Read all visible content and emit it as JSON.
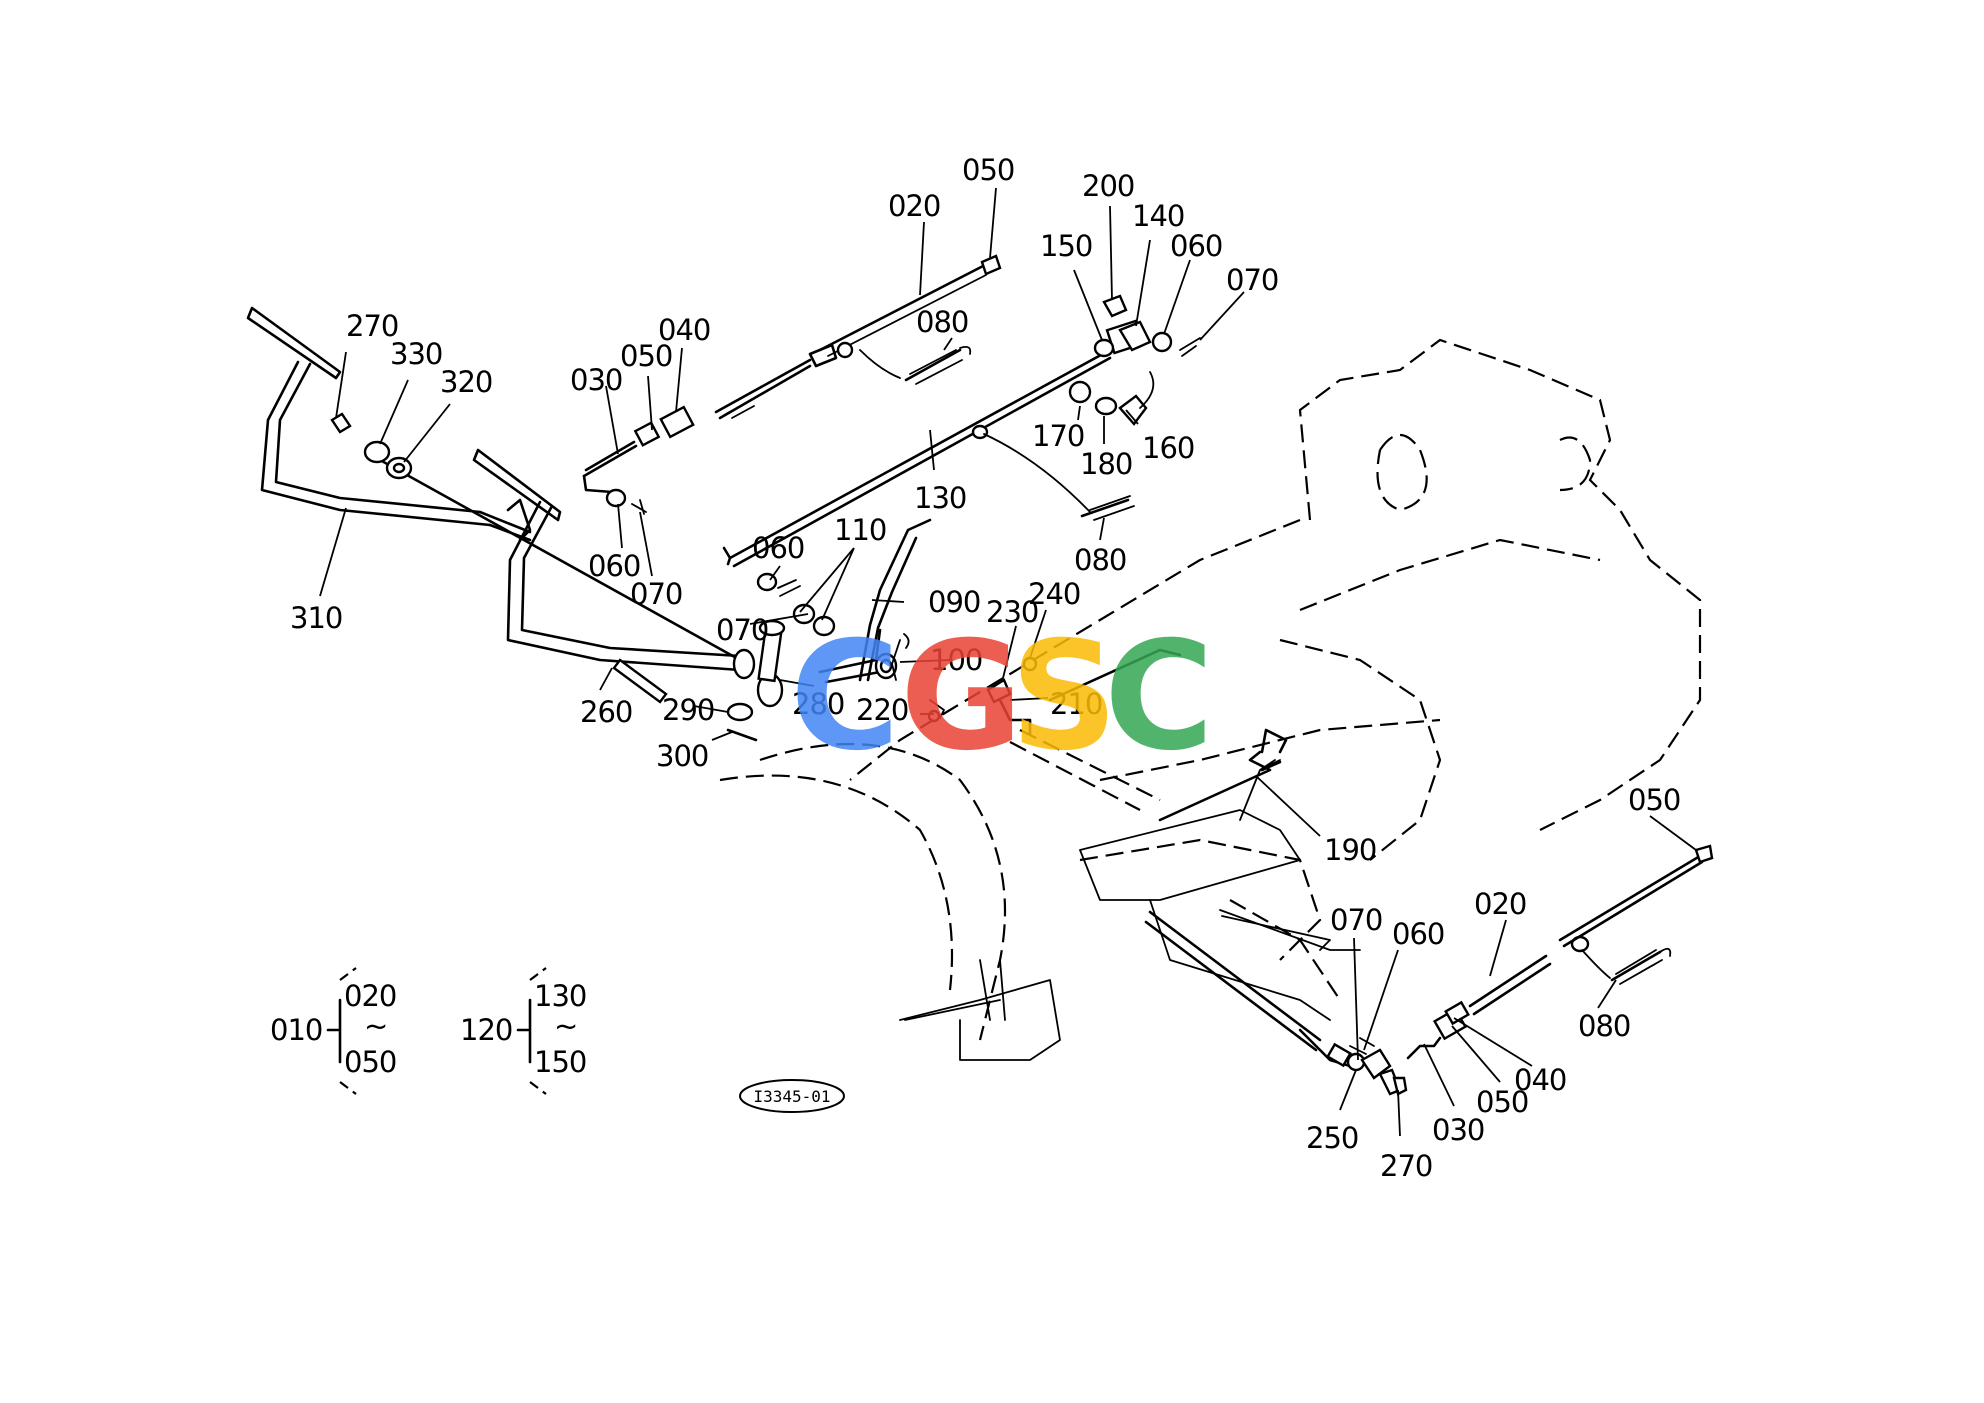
{
  "watermark": {
    "letters": [
      {
        "char": "C",
        "color": "#4285F4"
      },
      {
        "char": "G",
        "color": "#EA4335"
      },
      {
        "char": "S",
        "color": "#FBBC05"
      },
      {
        "char": "C",
        "color": "#34A853"
      }
    ]
  },
  "labels": {
    "top_020": "020",
    "top_050": "050",
    "top_040": "040",
    "top_050b": "050",
    "top_030": "030",
    "top_080": "080",
    "top_200": "200",
    "top_140": "140",
    "top_150": "150",
    "top_060": "060",
    "top_070": "070",
    "p170": "170",
    "p180": "180",
    "p160": "160",
    "p130": "130",
    "p080b": "080",
    "p270": "270",
    "p330": "330",
    "p320": "320",
    "p310": "310",
    "p060a": "060",
    "p070a": "070",
    "p060b": "060",
    "p110": "110",
    "p090": "090",
    "p070b": "070",
    "p230": "230",
    "p240": "240",
    "p100": "100",
    "p280": "280",
    "p220": "220",
    "p210": "210",
    "p260": "260",
    "p290": "290",
    "p300": "300",
    "p190": "190",
    "r050": "050",
    "r020": "020",
    "r070": "070",
    "r060": "060",
    "r080": "080",
    "r040": "040",
    "r050b": "050",
    "r030": "030",
    "r250": "250",
    "r270": "270"
  },
  "legend": {
    "group1": {
      "parent": "010",
      "from": "020",
      "to": "050"
    },
    "group2": {
      "parent": "120",
      "from": "130",
      "to": "150"
    },
    "tilde": "~"
  },
  "drawing_ref": "I3345-01"
}
